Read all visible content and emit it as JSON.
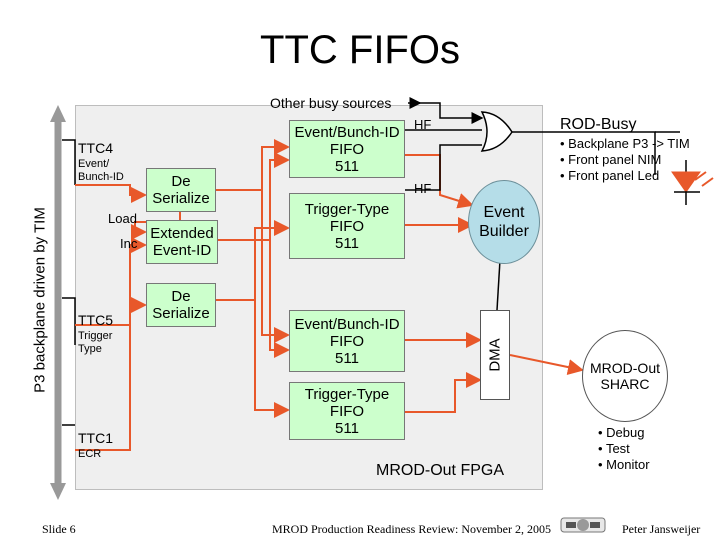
{
  "title": "TTC FIFOs",
  "backplane_label": "P3 backplane driven by TIM",
  "fpga_label": "MROD-Out FPGA",
  "other_busy": "Other busy sources",
  "rod_busy": "ROD-Busy",
  "ttc4": {
    "name": "TTC4",
    "sub1": "Event/",
    "sub2": "Bunch-ID"
  },
  "ttc5": {
    "name": "TTC5",
    "sub1": "Trigger",
    "sub2": "Type"
  },
  "ttc1": {
    "name": "TTC1",
    "sub": "ECR"
  },
  "deserialize1": {
    "l1": "De",
    "l2": "Serialize"
  },
  "deserialize2": {
    "l1": "De",
    "l2": "Serialize"
  },
  "extended": {
    "l1": "Extended",
    "l2": "Event-ID"
  },
  "load": "Load",
  "inc": "Inc",
  "fifo1": {
    "l1": "Event/Bunch-ID",
    "l2": "FIFO",
    "l3": "511"
  },
  "fifo2": {
    "l1": "Trigger-Type",
    "l2": "FIFO",
    "l3": "511"
  },
  "fifo3": {
    "l1": "Event/Bunch-ID",
    "l2": "FIFO",
    "l3": "511"
  },
  "fifo4": {
    "l1": "Trigger-Type",
    "l2": "FIFO",
    "l3": "511"
  },
  "hf1": "HF",
  "hf2": "HF",
  "event_builder": {
    "l1": "Event",
    "l2": "Builder"
  },
  "dma": "DMA",
  "sharc": {
    "l1": "MROD-Out",
    "l2": "SHARC"
  },
  "rodbusy_bullets": [
    "Backplane P3 -> TIM",
    "Front panel NIM",
    "Front panel Led"
  ],
  "sharc_bullets": [
    "Debug",
    "Test",
    "Monitor"
  ],
  "footer": {
    "slide": "Slide 6",
    "review": "MROD Production Readiness Review: November 2, 2005",
    "author": "Peter Jansweijer"
  },
  "colors": {
    "fifo": "#ccffcc",
    "arrow": "#e8582a",
    "event_builder": "#b5dde8",
    "led": "#e8582a"
  }
}
